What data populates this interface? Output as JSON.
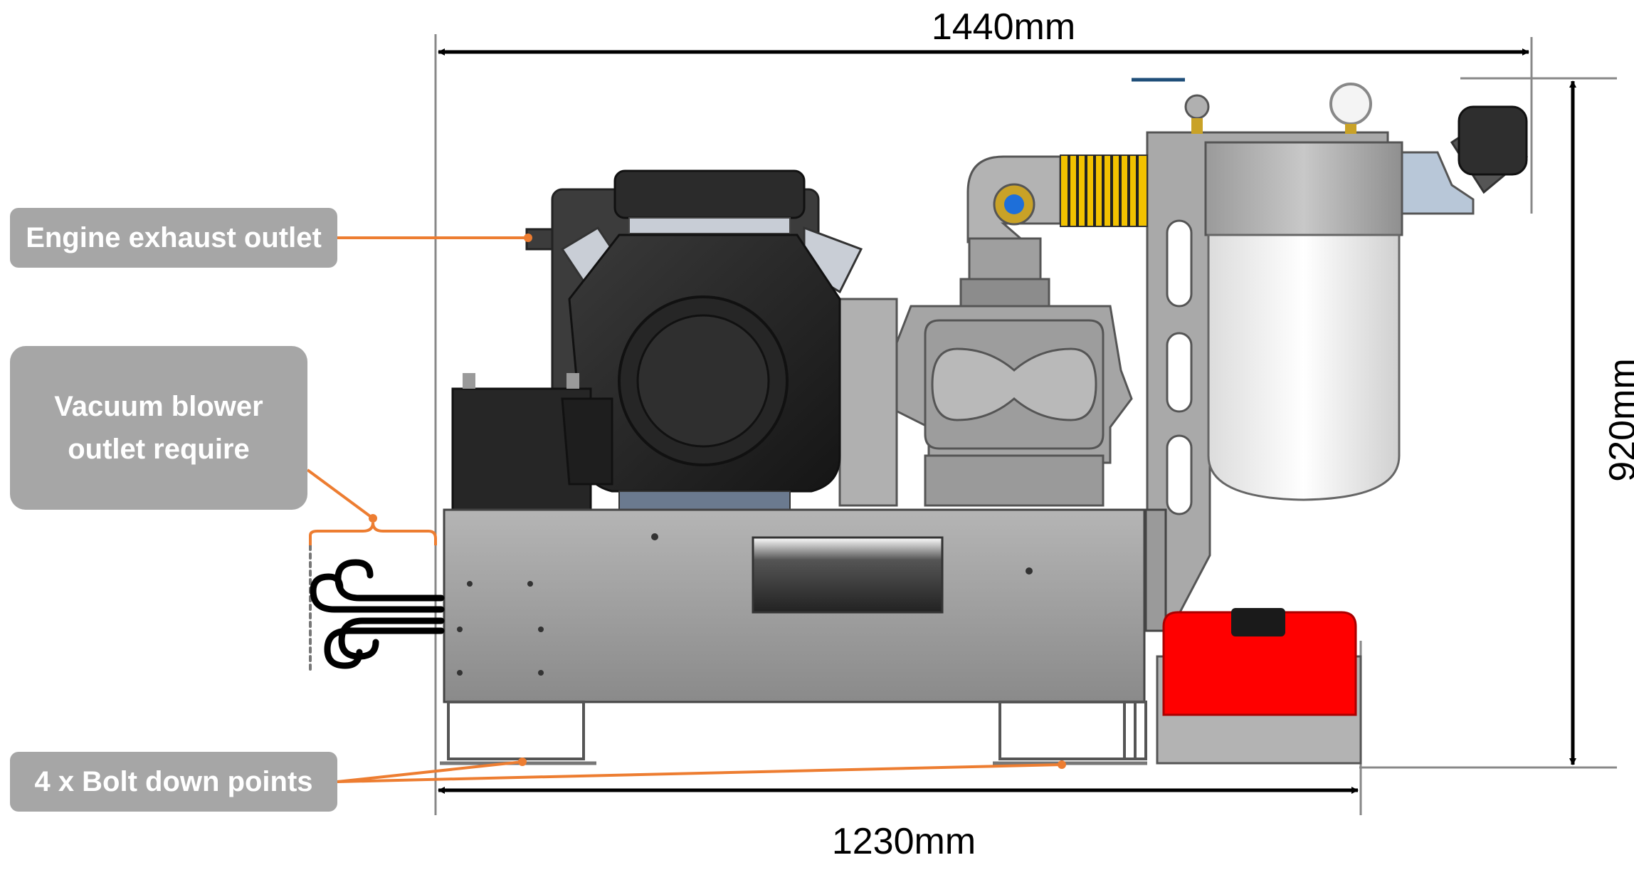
{
  "labels": {
    "engine_exhaust": "Engine exhaust outlet",
    "vacuum_blower": "Vacuum blower outlet require",
    "bolt_down": "4 x Bolt down points"
  },
  "dimensions": {
    "overall_width": "1440mm",
    "base_width": "1230mm",
    "height": "920mm"
  },
  "colors": {
    "callout_bg": "#a6a6a6",
    "callout_line": "#ed7d31",
    "frame_steel": "#8c8c8c",
    "fuel_tank": "#ff0000"
  },
  "icons": [
    "wind-icon"
  ]
}
